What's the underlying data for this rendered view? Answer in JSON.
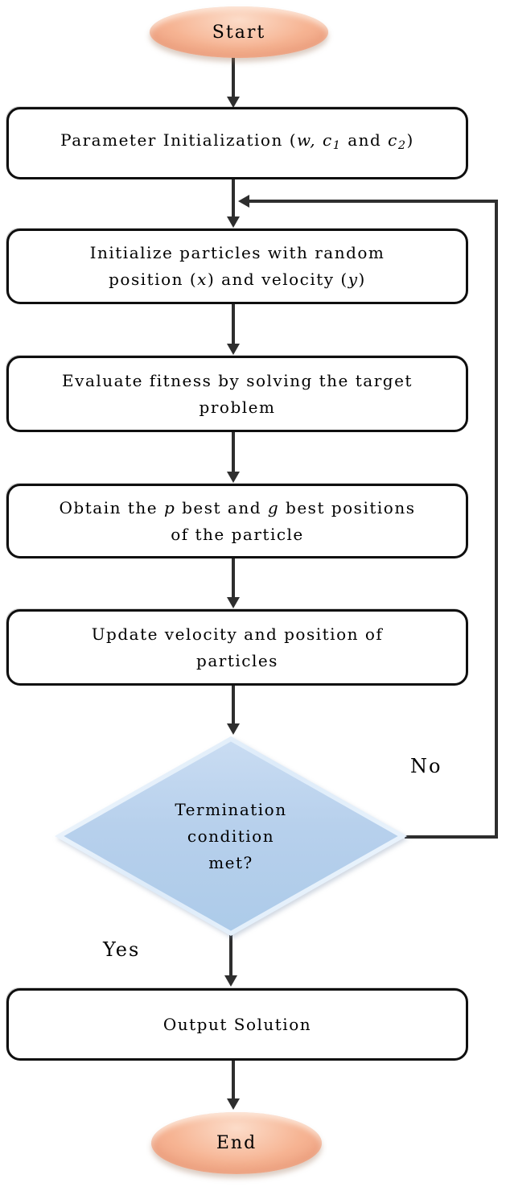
{
  "nodes": {
    "start": {
      "label": "Start"
    },
    "param_init": {
      "lines": [
        [
          {
            "t": "Parameter Initialization ("
          },
          {
            "t": "w, ",
            "i": true
          },
          {
            "t": "c",
            "i": true
          },
          {
            "t": "1",
            "i": true,
            "sub": true
          },
          {
            "t": " and "
          },
          {
            "t": "c",
            "i": true
          },
          {
            "t": "2",
            "i": true,
            "sub": true
          },
          {
            "t": ")"
          }
        ]
      ]
    },
    "init_particles": {
      "lines": [
        [
          {
            "t": "Initialize particles with random"
          }
        ],
        [
          {
            "t": "position ("
          },
          {
            "t": "x",
            "i": true
          },
          {
            "t": ") and velocity ("
          },
          {
            "t": "y",
            "i": true
          },
          {
            "t": ")"
          }
        ]
      ]
    },
    "evaluate_fitness": {
      "lines": [
        [
          {
            "t": "Evaluate fitness by solving the target"
          }
        ],
        [
          {
            "t": "problem"
          }
        ]
      ]
    },
    "obtain_best": {
      "lines": [
        [
          {
            "t": "Obtain the "
          },
          {
            "t": "p",
            "i": true
          },
          {
            "t": " best and "
          },
          {
            "t": "g",
            "i": true
          },
          {
            "t": " best positions"
          }
        ],
        [
          {
            "t": "of the particle"
          }
        ]
      ]
    },
    "update_velocity": {
      "lines": [
        [
          {
            "t": "Update velocity and position of"
          }
        ],
        [
          {
            "t": "particles"
          }
        ]
      ]
    },
    "termination": {
      "lines": [
        [
          {
            "t": "Termination"
          }
        ],
        [
          {
            "t": "condition"
          }
        ],
        [
          {
            "t": "met?"
          }
        ]
      ]
    },
    "output_solution": {
      "lines": [
        [
          {
            "t": "Output Solution"
          }
        ]
      ]
    },
    "end": {
      "label": "End"
    }
  },
  "edge_labels": {
    "no": "No",
    "yes": "Yes"
  },
  "colors": {
    "background": "#ffffff",
    "terminator_fill": "#f6b493",
    "terminator_highlight": "#fcdcc9",
    "decision_fill": "#b7d0ec",
    "decision_bevel": "#ddebf9",
    "line": "#2e2e2e",
    "box_border": "#0f0f0f",
    "box_fill": "#ffffff",
    "text": "#000000"
  }
}
